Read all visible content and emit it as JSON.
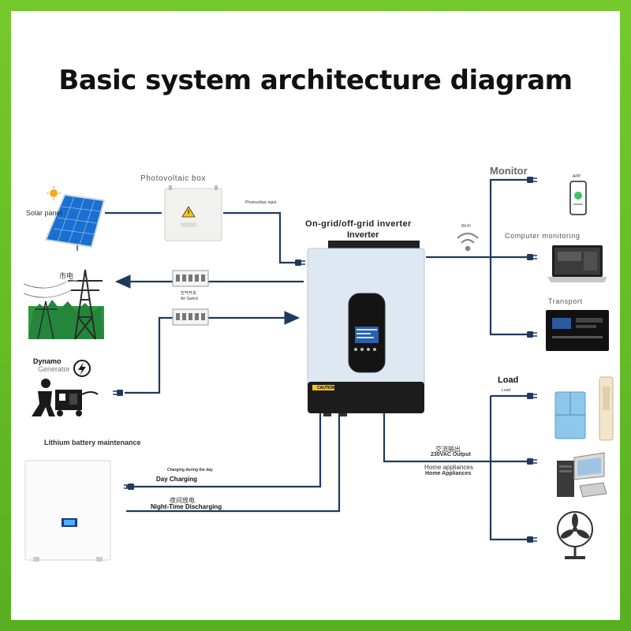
{
  "title": "Basic system architecture diagram",
  "left": {
    "solar_panel": "Solar panel",
    "pv_box": "Photovoltaic box",
    "pv_input": "Photovoltaic input",
    "grid_cn": "市电",
    "grid_en": "Utility Grid",
    "breaker_cn": "空气开关",
    "breaker_en": "Air Switch",
    "dynamo": "Dynamo",
    "generator": "Generator",
    "battery_title": "Lithium battery maintenance",
    "charge_small": "Charging during the day",
    "day_charging": "Day Charging",
    "night_cn": "夜间放电",
    "night_en": "Night-Time Discharging"
  },
  "inverter": {
    "label1": "On-grid/off-grid inverter",
    "label2": "Inverter",
    "warning": "CAUTION"
  },
  "right": {
    "monitor": "Monitor",
    "wifi": "Wi-Fi",
    "app": "APP",
    "computer": "Computer monitoring",
    "transport": "Transport",
    "load_title": "Load",
    "load_sub": "Load",
    "ac_cn": "交流输出",
    "ac_en": "230VAC Output",
    "home1": "Home appliances",
    "home2": "Home Appliances"
  },
  "colors": {
    "frame": "#5fb824",
    "wire": "#1f3a5c",
    "inverter_body": "#dde8f2",
    "inverter_base": "#1c1c1c"
  },
  "icons": [
    "sun-icon",
    "solar-panel-icon",
    "junction-box-icon",
    "transmission-tower-icon",
    "breaker-icon",
    "generator-icon",
    "lightning-icon",
    "battery-icon",
    "wifi-icon",
    "phone-icon",
    "laptop-icon",
    "display-icon",
    "fridge-icon",
    "air-conditioner-icon",
    "computer-icon",
    "fan-icon",
    "plug-icon"
  ]
}
